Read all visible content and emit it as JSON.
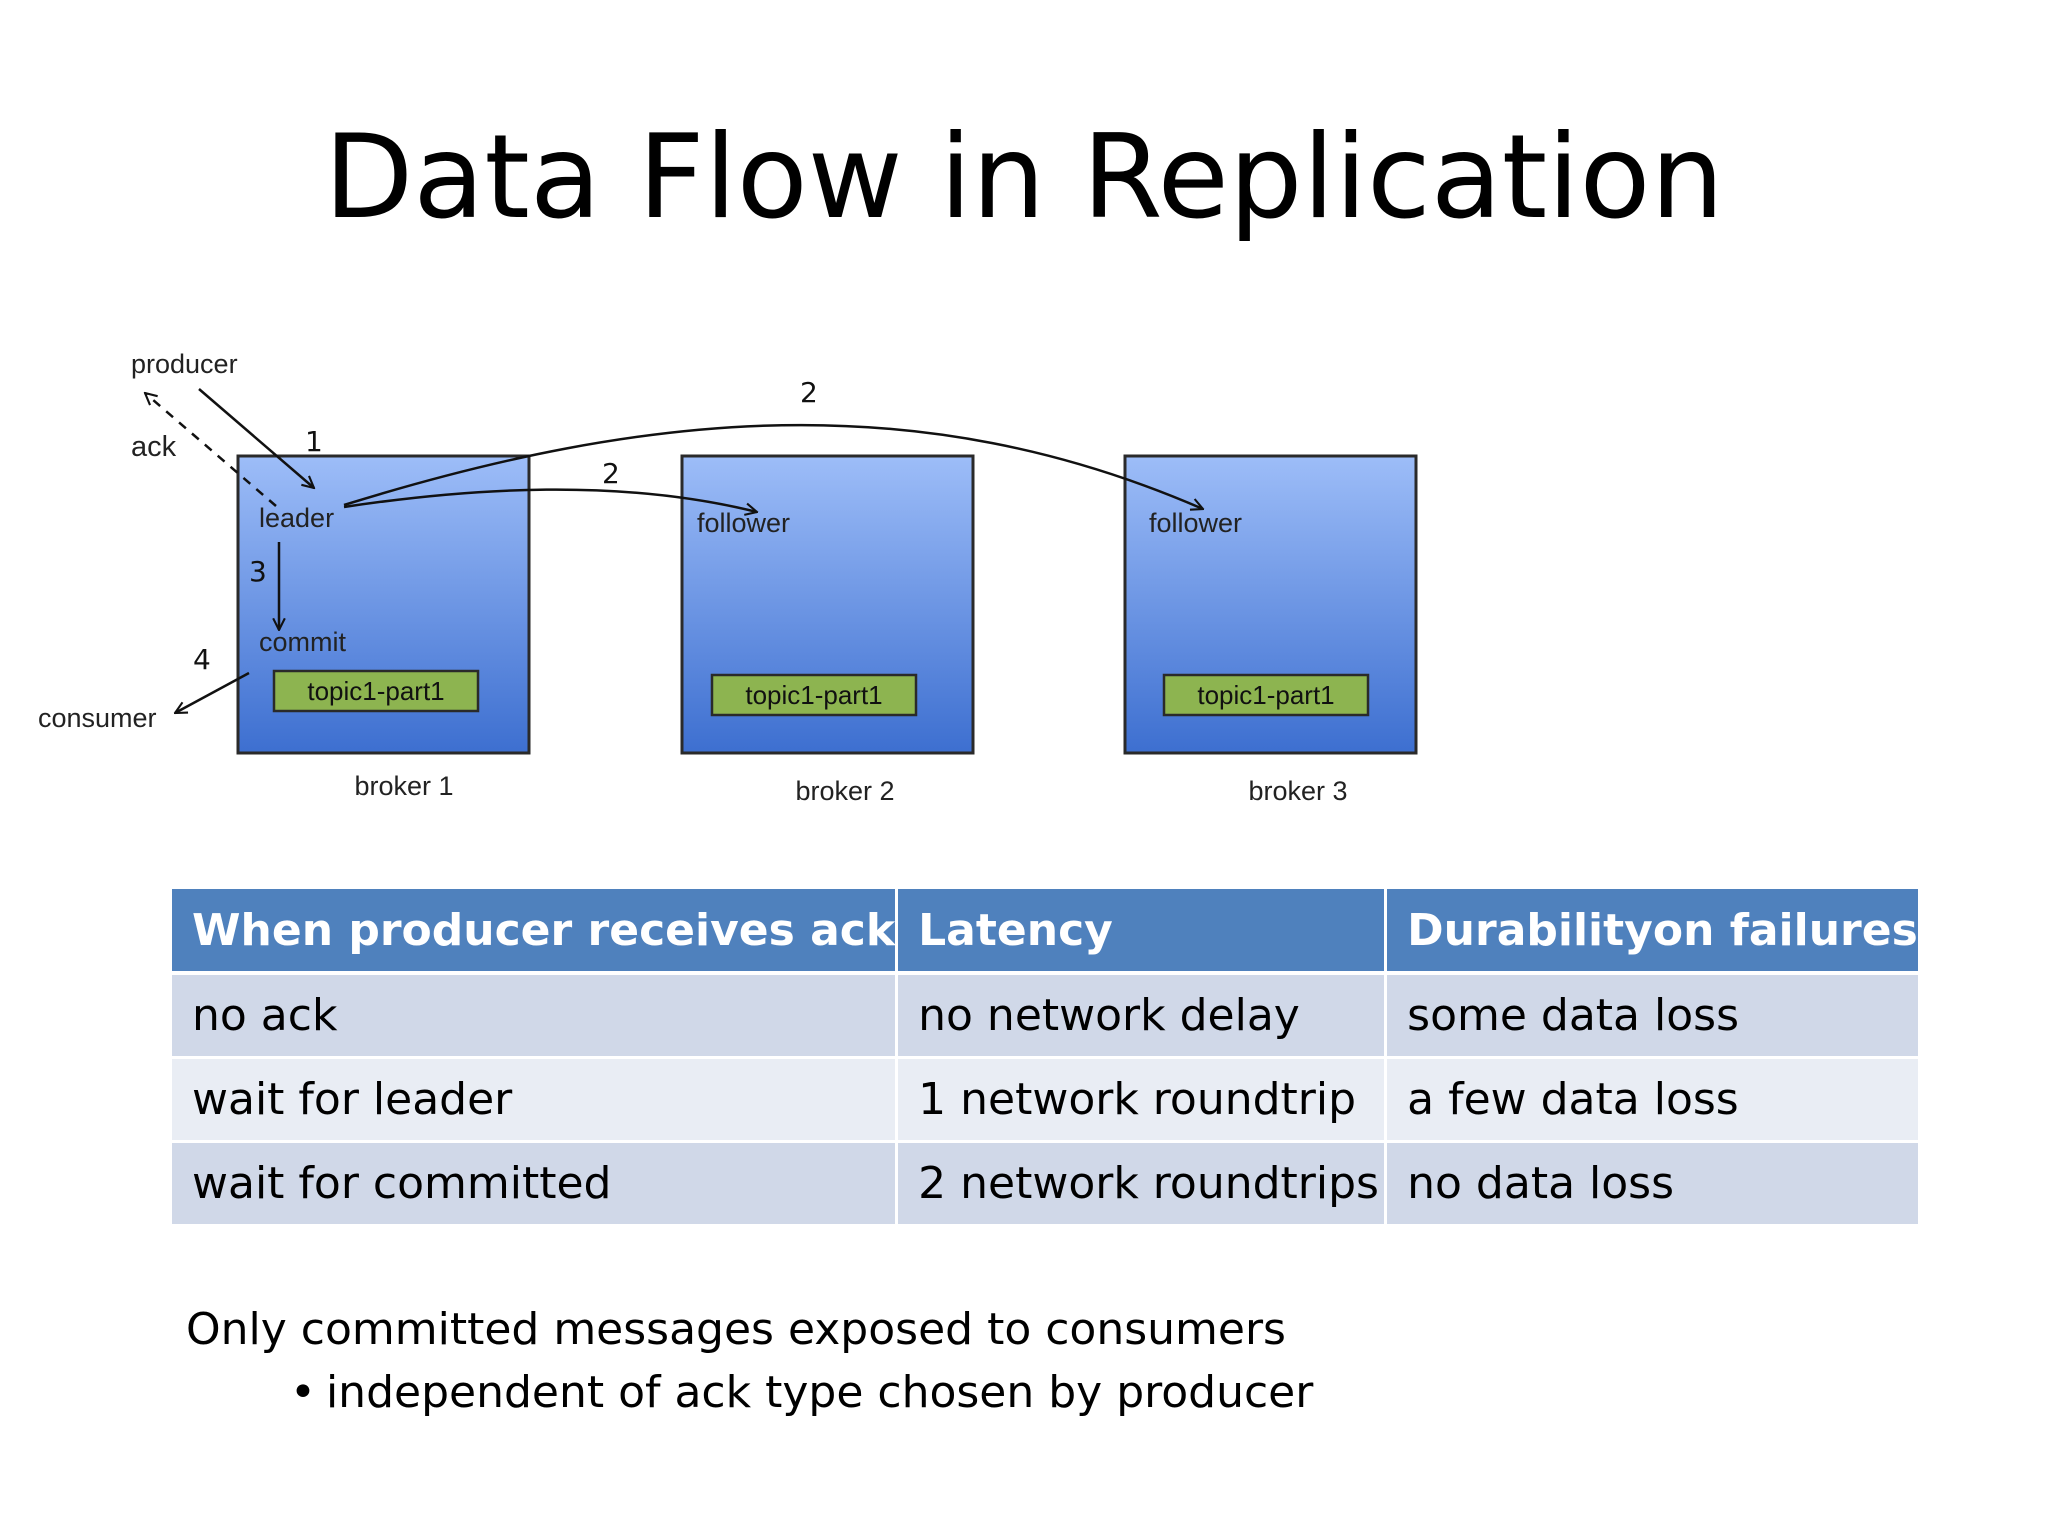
{
  "slide": {
    "title": "Data Flow in Replication"
  },
  "diagram": {
    "external": {
      "producer": "producer",
      "ack": "ack",
      "consumer": "consumer"
    },
    "steps": {
      "s1": "1",
      "s2a": "2",
      "s2b": "2",
      "s3": "3",
      "s4": "4"
    },
    "brokers": [
      {
        "name": "broker 1",
        "role": "leader",
        "commit": "commit",
        "partition": "topic1-part1"
      },
      {
        "name": "broker 2",
        "role": "follower",
        "partition": "topic1-part1"
      },
      {
        "name": "broker 3",
        "role": "follower",
        "partition": "topic1-part1"
      }
    ],
    "colors": {
      "box_top": "#9dbdf8",
      "box_bottom": "#3d6fd0",
      "partition": "#8db450"
    }
  },
  "table": {
    "headers": [
      "When producer receives ack",
      "Latency",
      "Durabilityon failures"
    ],
    "rows": [
      [
        "no ack",
        "no network delay",
        "some data loss"
      ],
      [
        "wait for leader",
        "1 network roundtrip",
        "a few data loss"
      ],
      [
        "wait for committed",
        "2 network roundtrips",
        "no data loss"
      ]
    ],
    "colors": {
      "header": "#4f81bd",
      "row_odd": "#d0d8e8",
      "row_even": "#e9edf4"
    }
  },
  "notes": {
    "main": "Only committed messages exposed to consumers",
    "bullet": "independent of ack type chosen by producer"
  }
}
